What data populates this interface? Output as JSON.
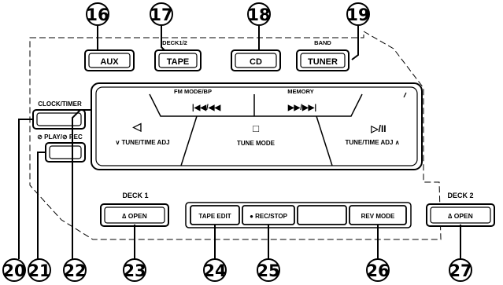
{
  "callouts": {
    "c16": "16",
    "c17": "17",
    "c18": "18",
    "c19": "19",
    "c20": "20",
    "c21": "21",
    "c22": "22",
    "c23": "23",
    "c24": "24",
    "c25": "25",
    "c26": "26",
    "c27": "27"
  },
  "top_buttons": {
    "aux": "AUX",
    "deck_sub": "DECK1/2",
    "tape": "TAPE",
    "cd": "CD",
    "band_sub": "BAND",
    "tuner": "TUNER"
  },
  "left_buttons": {
    "clock_timer": "CLOCK/TIMER",
    "play_rec": "⊘ PLAY/⊘ REC"
  },
  "panel": {
    "fm_mode": "FM MODE/BP",
    "memory": "MEMORY",
    "rew_symbol": "|◀◀/◀◀",
    "ff_symbol": "▶▶/▶▶|",
    "left_arrow": "◁",
    "tune_left": "∨ TUNE/TIME ADJ",
    "stop_symbol": "□",
    "tune_mode": "TUNE MODE",
    "play_pause": "▷/II",
    "tune_right": "TUNE/TIME ADJ ∧"
  },
  "deck_row": {
    "deck1": "DECK 1",
    "open1": "∆ OPEN",
    "tape_edit": "TAPE EDIT",
    "rec_stop": "● REC/STOP",
    "rev_mode": "REV MODE",
    "deck2": "DECK 2",
    "open2": "∆ OPEN"
  }
}
